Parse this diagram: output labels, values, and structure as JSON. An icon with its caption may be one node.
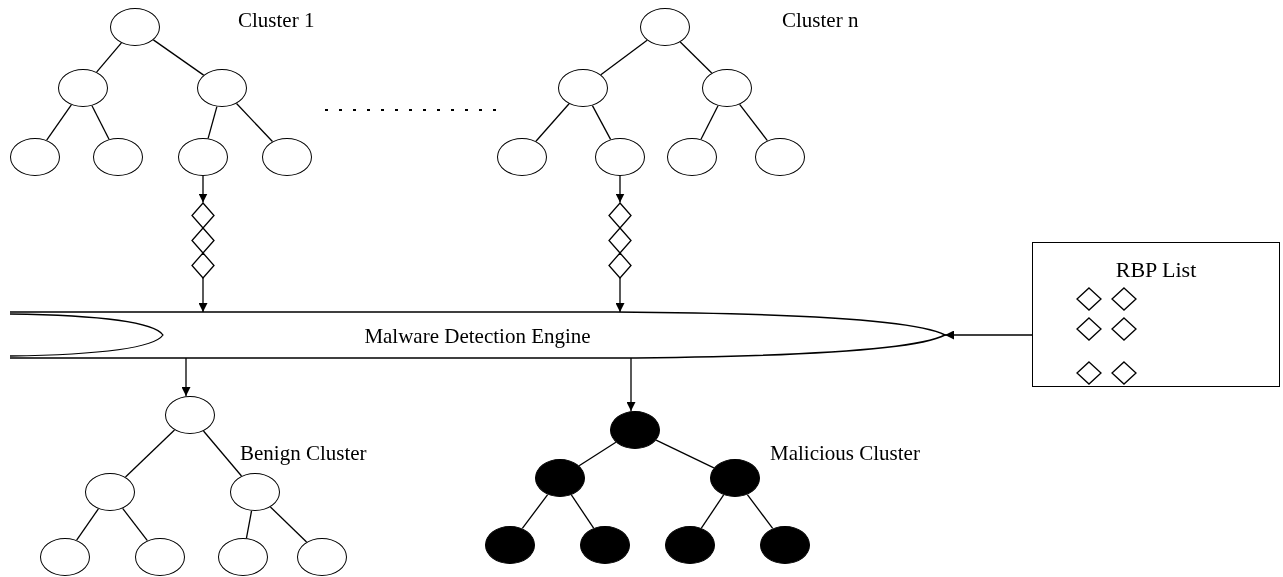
{
  "diagram": {
    "nodes": [
      {
        "text": [],
        "shape": "circle"
      },
      {
        "text": [],
        "shape": "circle"
      },
      {
        "text": [],
        "shape": "circle"
      },
      {
        "text": [],
        "shape": "circle"
      },
      {
        "text": [],
        "shape": "circle"
      },
      {
        "text": [],
        "shape": "circle"
      },
      {
        "text": [],
        "shape": "circle"
      },
      {
        "text": [],
        "shape": "circle"
      },
      {
        "text": [],
        "shape": "circle"
      },
      {
        "text": [],
        "shape": "circle"
      },
      {
        "text": [],
        "shape": "circle"
      },
      {
        "text": [],
        "shape": "circle"
      },
      {
        "text": [],
        "shape": "circle"
      },
      {
        "text": [],
        "shape": "circle"
      },
      {
        "text": [],
        "shape": "diamond"
      },
      {
        "text": [],
        "shape": "diamond"
      },
      {
        "text": [],
        "shape": "diamond"
      },
      {
        "text": [],
        "shape": "diamond"
      },
      {
        "text": [],
        "shape": "diamond"
      },
      {
        "text": [],
        "shape": "diamond"
      },
      {
        "text": [
          "Malware Detection Engine"
        ]
      },
      {
        "text": [
          "RBP List"
        ]
      },
      {
        "text": [],
        "shape": "diamond",
        "in": 21
      },
      {
        "text": [],
        "shape": "diamond",
        "in": 21
      },
      {
        "text": [],
        "shape": "diamond",
        "in": 21
      },
      {
        "text": [],
        "shape": "diamond",
        "in": 21
      },
      {
        "text": [],
        "shape": "diamond",
        "in": 21
      },
      {
        "text": [],
        "shape": "diamond",
        "in": 21
      },
      {
        "text": [],
        "shape": "circle"
      },
      {
        "text": [],
        "shape": "circle"
      },
      {
        "text": [],
        "shape": "circle"
      },
      {
        "text": [],
        "shape": "circle"
      },
      {
        "text": [],
        "shape": "circle"
      },
      {
        "text": [],
        "shape": "circle"
      },
      {
        "text": [],
        "shape": "circle"
      },
      {
        "text": [],
        "shape": "circle"
      },
      {
        "text": [],
        "shape": "circle"
      },
      {
        "text": [],
        "shape": "circle"
      },
      {
        "text": [],
        "shape": "circle"
      },
      {
        "text": [],
        "shape": "circle"
      },
      {
        "text": [],
        "shape": "circle"
      },
      {
        "text": [],
        "shape": "circle"
      }
    ],
    "edges": [
      {
        "from": 0,
        "to": 1,
        "arrow": "none"
      },
      {
        "from": 0,
        "to": 2,
        "arrow": "none"
      },
      {
        "from": 1,
        "to": 3,
        "arrow": "none"
      },
      {
        "from": 1,
        "to": 4,
        "arrow": "none"
      },
      {
        "from": 2,
        "to": 5,
        "arrow": "none"
      },
      {
        "from": 2,
        "to": 6,
        "arrow": "none"
      },
      {
        "from": 7,
        "to": 8,
        "arrow": "none"
      },
      {
        "from": 7,
        "to": 9,
        "arrow": "none"
      },
      {
        "from": 8,
        "to": 10,
        "arrow": "none"
      },
      {
        "from": 8,
        "to": 11,
        "arrow": "none"
      },
      {
        "from": 9,
        "to": 12,
        "arrow": "none"
      },
      {
        "from": 9,
        "to": 13,
        "arrow": "none"
      },
      {
        "from": 5,
        "to": 14,
        "arrow": "to"
      },
      {
        "from": 16,
        "to": 20,
        "arrow": "to"
      },
      {
        "from": 11,
        "to": 17,
        "arrow": "to"
      },
      {
        "from": 19,
        "to": 20,
        "arrow": "to"
      },
      {
        "from": 21,
        "to": 20,
        "arrow": "to"
      },
      {
        "from": 20,
        "to": 28,
        "arrow": "to"
      },
      {
        "from": 20,
        "to": 35,
        "arrow": "to"
      },
      {
        "from": 28,
        "to": 29,
        "arrow": "none"
      },
      {
        "from": 28,
        "to": 30,
        "arrow": "none"
      },
      {
        "from": 29,
        "to": 31,
        "arrow": "none"
      },
      {
        "from": 29,
        "to": 32,
        "arrow": "none"
      },
      {
        "from": 30,
        "to": 33,
        "arrow": "none"
      },
      {
        "from": 30,
        "to": 34,
        "arrow": "none"
      },
      {
        "from": 35,
        "to": 36,
        "arrow": "none"
      },
      {
        "from": 35,
        "to": 37,
        "arrow": "none"
      },
      {
        "from": 36,
        "to": 38,
        "arrow": "none"
      },
      {
        "from": 36,
        "to": 39,
        "arrow": "none"
      },
      {
        "from": 37,
        "to": 40,
        "arrow": "none"
      },
      {
        "from": 37,
        "to": 41,
        "arrow": "none"
      }
    ],
    "labels": [
      "Cluster 1",
      "Cluster n",
      "Benign Cluster",
      "Malicious Cluster"
    ]
  }
}
